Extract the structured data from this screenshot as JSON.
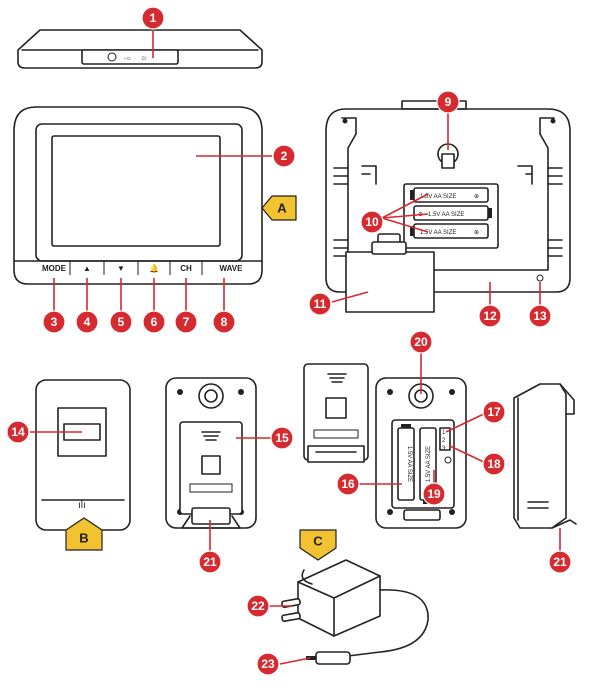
{
  "buttons": {
    "mode": "MODE",
    "up": "▲",
    "down": "▼",
    "bell": "🔔",
    "ch": "CH",
    "wave": "WAVE"
  },
  "battery": {
    "label_main": "1.5V  AA SIZE",
    "plus": "⊕",
    "minus": "⊖",
    "label_sensor": "1.5V AA SIZE"
  },
  "sensor_switch": {
    "labels": [
      "1",
      "2",
      "3"
    ]
  },
  "callouts": [
    "1",
    "2",
    "3",
    "4",
    "5",
    "6",
    "7",
    "8",
    "9",
    "10",
    "11",
    "12",
    "13",
    "14",
    "15",
    "16",
    "17",
    "18",
    "19",
    "20",
    "21",
    "21",
    "22",
    "23"
  ],
  "tags": [
    "A",
    "B",
    "C"
  ],
  "colors": {
    "callout": "#d42a30",
    "tag": "#f2c230",
    "outline": "#222222"
  }
}
